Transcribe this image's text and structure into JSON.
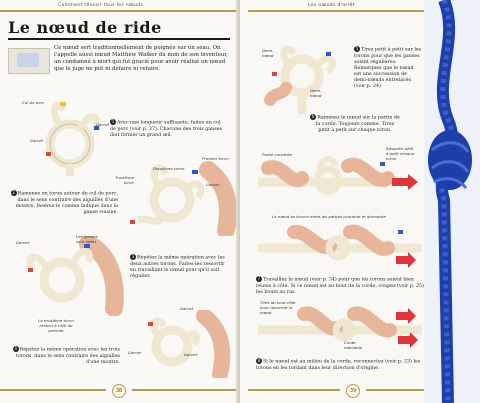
{
  "left_page": {
    "running_head": "Comment réussir tous les nœuds",
    "title": "Le nœud de ride",
    "intro": "Ce nœud sert traditionnellement de poignée sur un seau. On l'appelle aussi nœud Matthew Walker du nom de son inventeur, un condamné à mort qui fut gracié pour avoir réalisé un nœud que le juge ne put ni défaire ni refaire.",
    "labels": {
      "cul_de_porc": "Cul de porc",
      "garcet_1": "Garcet",
      "garcet_2": "Garcet",
      "garcet_3": "Garcet",
      "garcet_4": "Garcet",
      "garcet_5": "Garcet",
      "garcet_6": "Garcet",
      "garcet_7": "Garcet",
      "premier_toron": "Premier toron",
      "troisieme_toron": "Troisième toron",
      "deuxieme_toron": "Deuxième toron",
      "ganses_tout_faites": "Les ganses sont faites",
      "troisieme_toron_ressort": "Le troisième toron ressort à côté du premier"
    },
    "steps": {
      "s1": "Avec une longueur suffisante, faites un cul de porc (voir p. 37). Chacune des trois ganses doit former un grand œil.",
      "s2": "Ramenez un toron autour du cul de porc, dans le sens contraire des aiguilles d'une montre. Insérez-le comme indiqué dans la ganse voisine.",
      "s3": "Répétez la même opération avec les deux autres torons. Faites-les ressortir en travaillant le nœud pour qu'il soit régulier.",
      "s4": "Répétez la même opération avec les trois torons, dans le sens contraire des aiguilles d'une montre."
    },
    "step_nums": {
      "n1": "1",
      "n2": "2",
      "n3": "3",
      "n4": "4"
    },
    "page_number": "38"
  },
  "right_page": {
    "running_head": "Les nœuds d'arrêt",
    "labels": {
      "demi_nœud": "Demi-nœud",
      "demi_nœud_2": "Demi-nœud",
      "partie_courante": "Partie courante",
      "ressortir": "Ressortir petit à petit chaque toron",
      "nœud_se_trouve": "Le nœud se trouve entre les parties courante et dormante",
      "tirer_bout": "Tirez du bout côté pour resserrer le nœud",
      "corde_maniable": "Corde maniable"
    },
    "steps": {
      "s5": "Tirez petit à petit sur les torons pour que les ganses soient régulières. Remarquez que le nœud est une succession de demi-nœuds entrelacés (voir p. 24).",
      "s6": "Ramenez le nœud sur la partie de la corde. Toujours comme. Tirez petit à petit sur chaque toron.",
      "s7": "Travaillez le nœud (voir p. 34) pour que les torons soient bien réunis à côté. Si ce nœud est au bout de la corde, coupez (voir p. 25) les bouts au ras.",
      "s8": "Si le nœud est au milieu de la corde, reconnectez (voir p. 23) les torons en les tordant dans leur direction d'origine."
    },
    "step_nums": {
      "n5": "5",
      "n6": "6",
      "n7": "7",
      "n8": "8"
    },
    "page_number": "39"
  },
  "colors": {
    "accent_gold": "#b79a55",
    "rope_blue": "#1f3fa8",
    "arrow_red": "#e0353d",
    "rope_cream": "#efe7d2"
  }
}
